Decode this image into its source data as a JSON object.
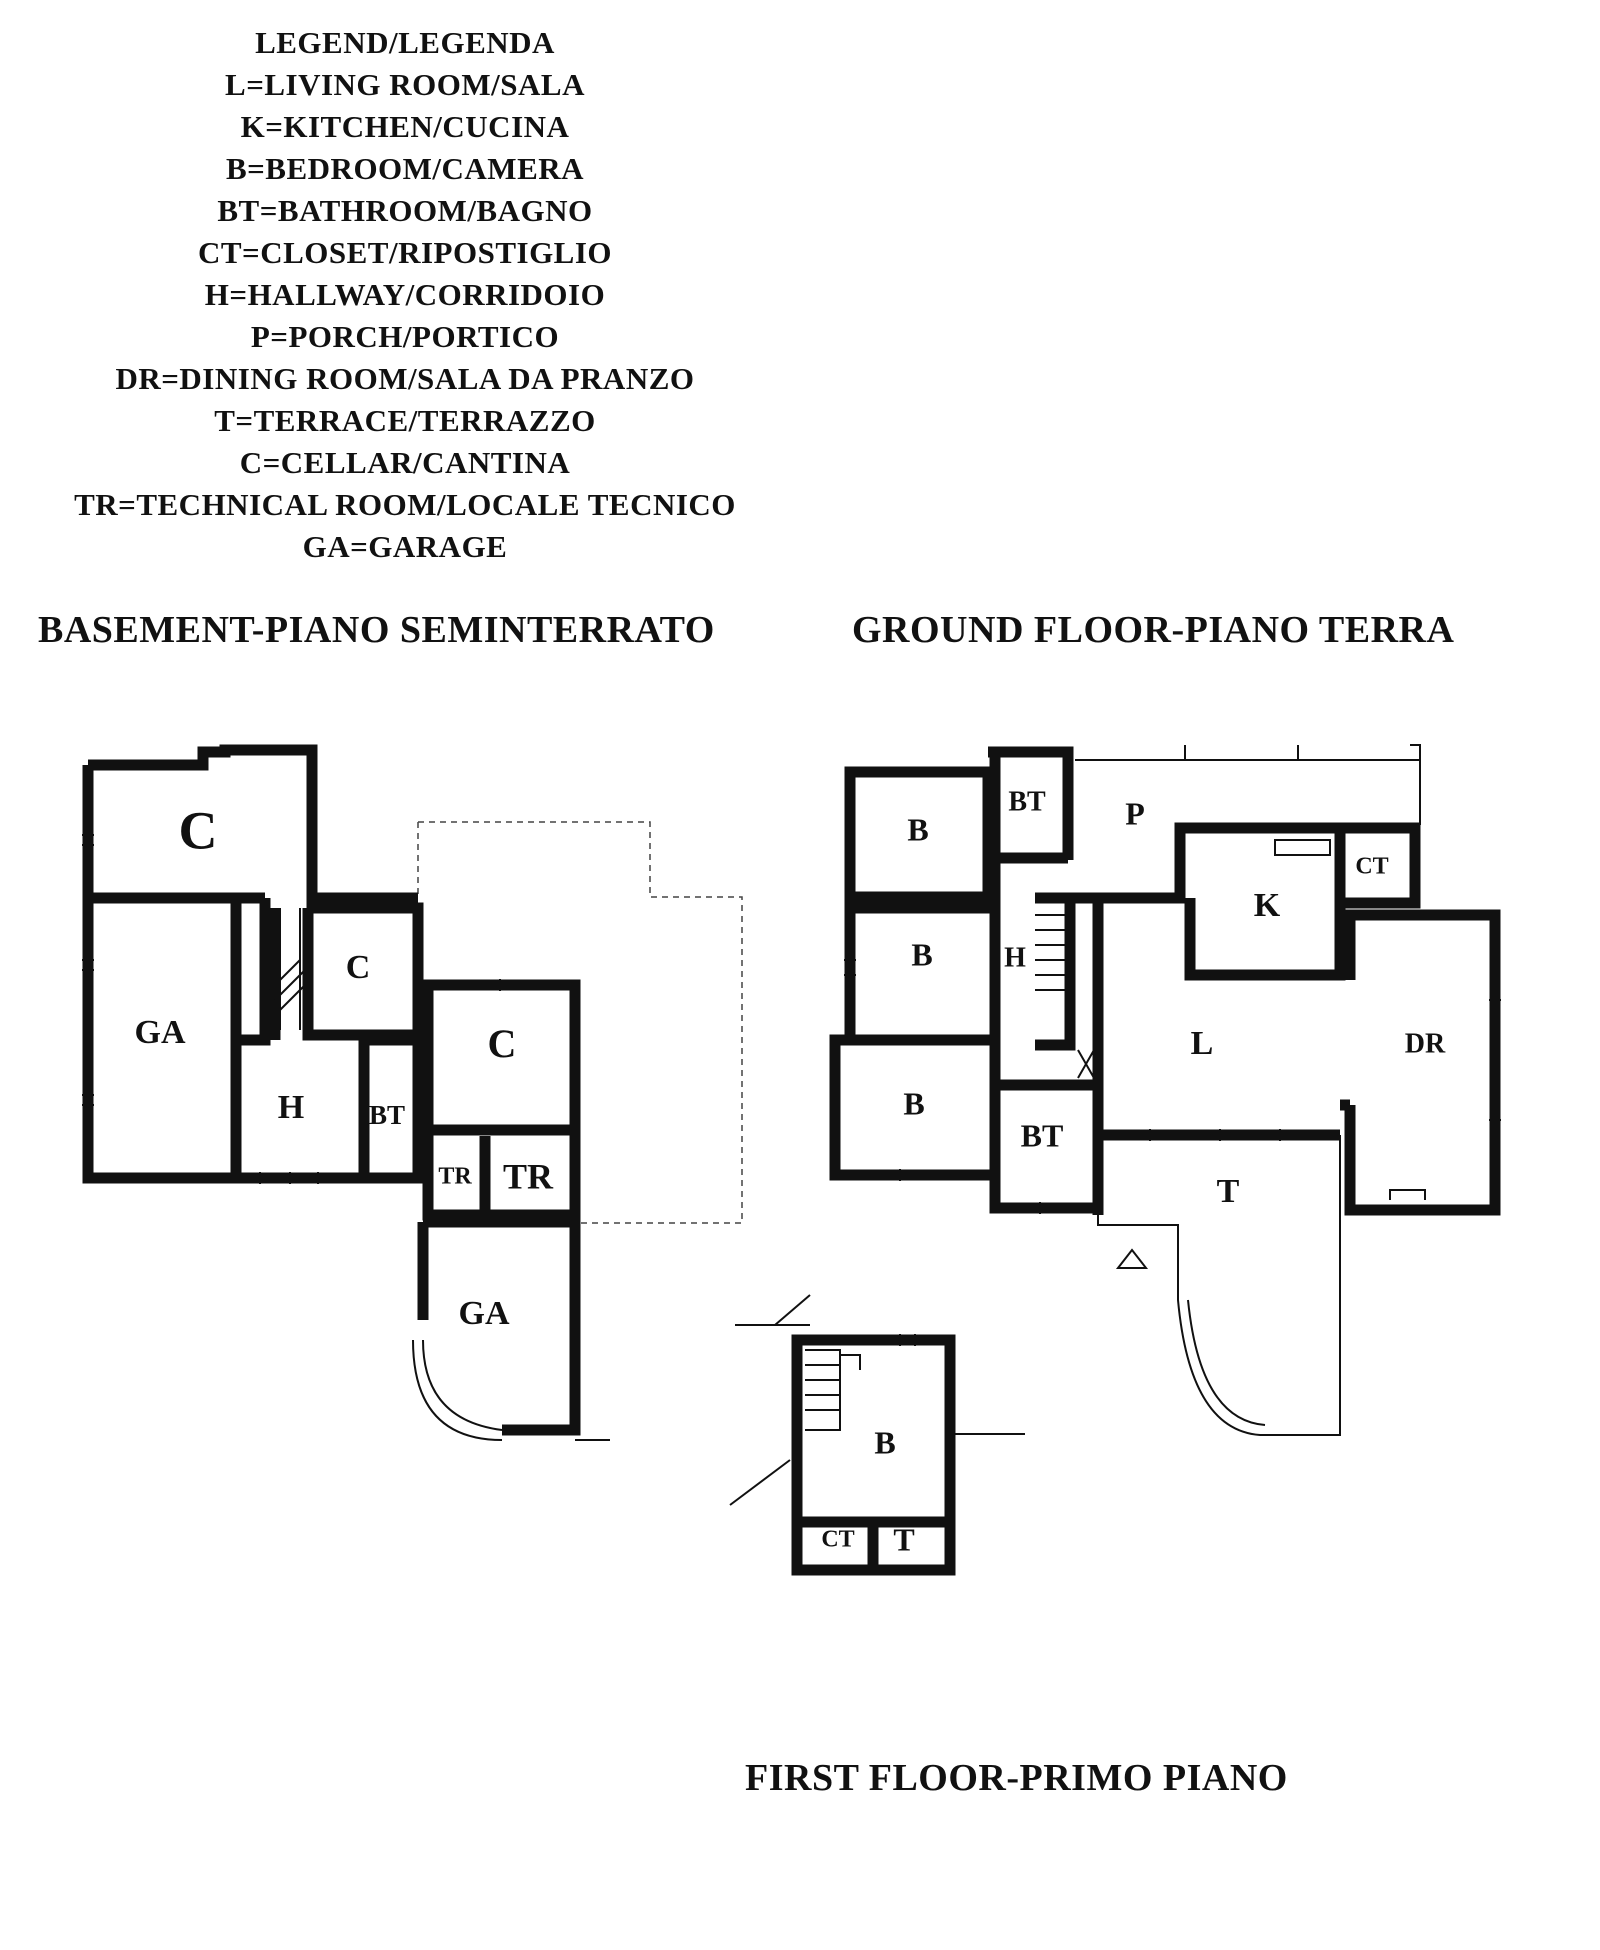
{
  "legend": {
    "title": "LEGEND/LEGENDA",
    "items": [
      "L=LIVING ROOM/SALA",
      "K=KITCHEN/CUCINA",
      "B=BEDROOM/CAMERA",
      "BT=BATHROOM/BAGNO",
      "CT=CLOSET/RIPOSTIGLIO",
      "H=HALLWAY/CORRIDOIO",
      "P=PORCH/PORTICO",
      "DR=DINING ROOM/SALA DA PRANZO",
      "T=TERRACE/TERRAZZO",
      "C=CELLAR/CANTINA",
      "TR=TECHNICAL ROOM/LOCALE TECNICO",
      "GA=GARAGE"
    ]
  },
  "floors": {
    "basement": {
      "title": "BASEMENT-PIANO SEMINTERRATO",
      "rooms": [
        "C",
        "GA",
        "C",
        "H",
        "BT",
        "C",
        "TR",
        "TR",
        "GA"
      ]
    },
    "ground": {
      "title": "GROUND FLOOR-PIANO TERRA",
      "rooms": [
        "B",
        "BT",
        "P",
        "K",
        "CT",
        "B",
        "H",
        "L",
        "DR",
        "B",
        "BT",
        "T"
      ]
    },
    "first": {
      "title": "FIRST FLOOR-PRIMO PIANO",
      "rooms": [
        "B",
        "CT",
        "T"
      ]
    }
  }
}
